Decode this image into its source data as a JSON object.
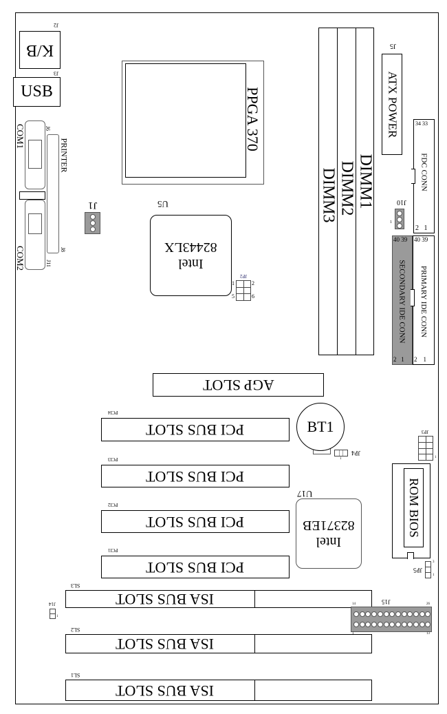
{
  "board": {
    "kb": {
      "label": "K/B",
      "ref": "J2"
    },
    "usb": {
      "label": "USB",
      "ref": "J3"
    },
    "com1": {
      "label": "COM1",
      "ref": "J6"
    },
    "printer": {
      "label": "PRINTER",
      "ref": "J8"
    },
    "com2": {
      "label": "COM2",
      "ref": "J11"
    },
    "j1": {
      "label": "J1"
    },
    "cpu": {
      "label": "PPGA 370"
    },
    "northbridge": {
      "ref": "U5",
      "line1": "Intel",
      "line2": "82443LX"
    },
    "jp2": {
      "label": "JP2",
      "pin1": "1",
      "pin2": "2",
      "pin5": "5",
      "pin6": "6"
    },
    "dimms": [
      {
        "label": "DIMM1"
      },
      {
        "label": "DIMM2"
      },
      {
        "label": "DIMM3"
      }
    ],
    "atx": {
      "label": "ATX POWER",
      "ref": "J5"
    },
    "fdc": {
      "label": "FDC CONN",
      "top": "34 33",
      "bottom": "2   1"
    },
    "j10": {
      "label": "J10",
      "pin": "1"
    },
    "secondary_ide": {
      "label": "SECONDARY IDE CONN",
      "top": "40 39",
      "bottom": "2   1"
    },
    "primary_ide": {
      "label": "PRIMARY IDE CONN",
      "top": "40 39",
      "bottom": "2    1"
    },
    "agp": {
      "label": "AGP SLOT"
    },
    "battery": {
      "label": "BT1"
    },
    "jp4": {
      "label": "JP4",
      "pin": "1"
    },
    "pci": [
      {
        "label": "PCI BUS SLOT",
        "ref": "PCI4"
      },
      {
        "label": "PCI BUS SLOT",
        "ref": "PCI3"
      },
      {
        "label": "PCI BUS SLOT",
        "ref": "PCI2"
      },
      {
        "label": "PCI BUS SLOT",
        "ref": "PCI1"
      }
    ],
    "southbridge": {
      "ref": "U17",
      "line1": "Intel",
      "line2": "82371EB"
    },
    "jp3": {
      "label": "JP3",
      "pin": "1"
    },
    "bios": {
      "label": "ROM BIOS"
    },
    "jp5": {
      "label": "JP5",
      "pin1": "1",
      "pin3": "3"
    },
    "isa": [
      {
        "label": "ISA BUS SLOT",
        "ref": "SL3"
      },
      {
        "label": "ISA BUS SLOT",
        "ref": "SL2"
      },
      {
        "label": "ISA BUS SLOT",
        "ref": "SL1"
      }
    ],
    "j14": {
      "label": "J14",
      "pin": "1"
    },
    "j15": {
      "label": "J15",
      "p14": "14",
      "p26": "26",
      "p1": "1",
      "p13": "13"
    }
  }
}
